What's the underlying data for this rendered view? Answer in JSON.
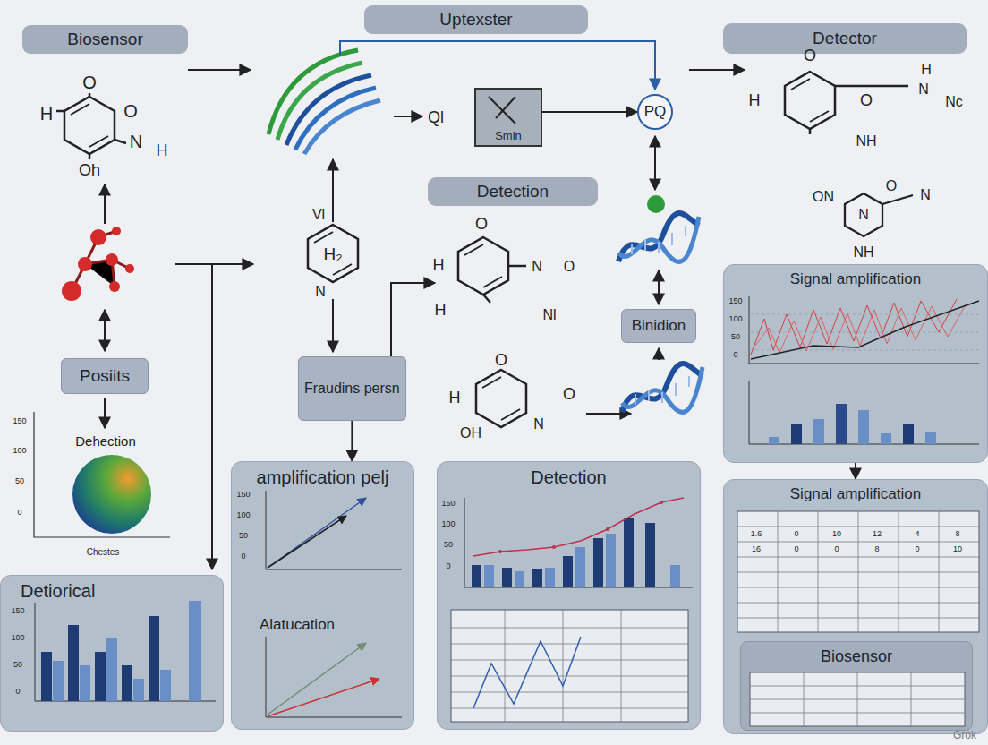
{
  "diagram": {
    "nodes": [
      {
        "text": [
          "Biosensor"
        ]
      },
      {
        "text": [
          "Uptexster"
        ]
      },
      {
        "text": [
          "Detector"
        ]
      },
      {
        "text": [
          "Detection"
        ]
      },
      {
        "text": [
          "Posiits"
        ]
      },
      {
        "text": [
          "Fraudins persn"
        ]
      },
      {
        "text": [
          "Binidion"
        ]
      },
      {
        "text": [
          "Signal amplification"
        ]
      },
      {
        "text": [
          "Signal amplification"
        ]
      },
      {
        "text": [
          "Biosensor"
        ],
        "in": 8
      },
      {
        "text": [
          "Detiorical"
        ]
      },
      {
        "text": [
          "amplification pelj"
        ]
      },
      {
        "text": [
          "Detection"
        ]
      },
      {
        "text": [
          "PQ"
        ]
      },
      {
        "text": [
          "Smin"
        ]
      }
    ],
    "edges": [
      {
        "from": 14,
        "to": 13,
        "arrow": "to"
      },
      {
        "from": 5,
        "to": 11,
        "arrow": "to"
      },
      {
        "from": 7,
        "to": 8,
        "arrow": "to"
      }
    ],
    "labels": [
      "O",
      "O",
      "H",
      "N",
      "H",
      "Oh",
      "Vl",
      "H₂",
      "N",
      "Ql",
      "O",
      "H",
      "N",
      "O",
      "H",
      "Nl",
      "O",
      "H",
      "O",
      "OH",
      "N",
      "H",
      "N",
      "Nc",
      "O",
      "H",
      "O",
      "NH",
      "ON",
      "O",
      "N",
      "N",
      "NH",
      "Dehection",
      "150",
      "100",
      "50",
      "0",
      "Chestes",
      "150",
      "100",
      "50",
      "0",
      "Alatucation",
      "150",
      "100",
      "50",
      "0",
      "150",
      "100",
      "50",
      "0",
      "150",
      "100",
      "50",
      "0",
      "1.6",
      "0",
      "10",
      "12",
      "4",
      "8",
      "16",
      "0",
      "0",
      "8",
      "0",
      "10",
      "Grok"
    ]
  }
}
